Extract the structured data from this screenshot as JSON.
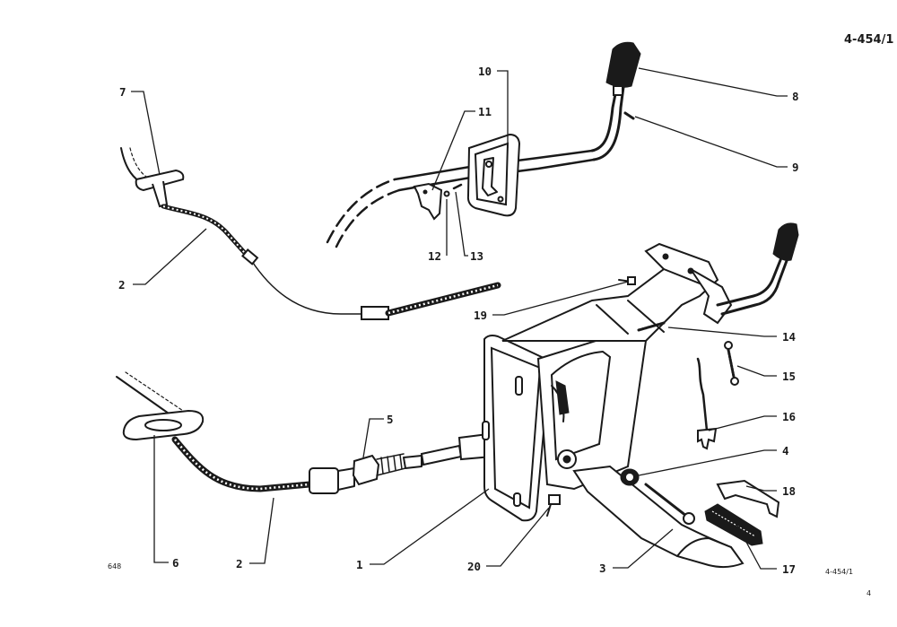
{
  "drawing": {
    "ref_top": "4-454/1",
    "ref_bottom": "4-454/1",
    "plate_number": "648",
    "page_mark": "4"
  },
  "callouts": {
    "c1": "1",
    "c2a": "2",
    "c2b": "2",
    "c3": "3",
    "c4": "4",
    "c5": "5",
    "c6": "6",
    "c7": "7",
    "c8": "8",
    "c9": "9",
    "c10": "10",
    "c11": "11",
    "c12": "12",
    "c13": "13",
    "c14": "14",
    "c15": "15",
    "c16": "16",
    "c17": "17",
    "c18": "18",
    "c19": "19",
    "c20": "20"
  }
}
